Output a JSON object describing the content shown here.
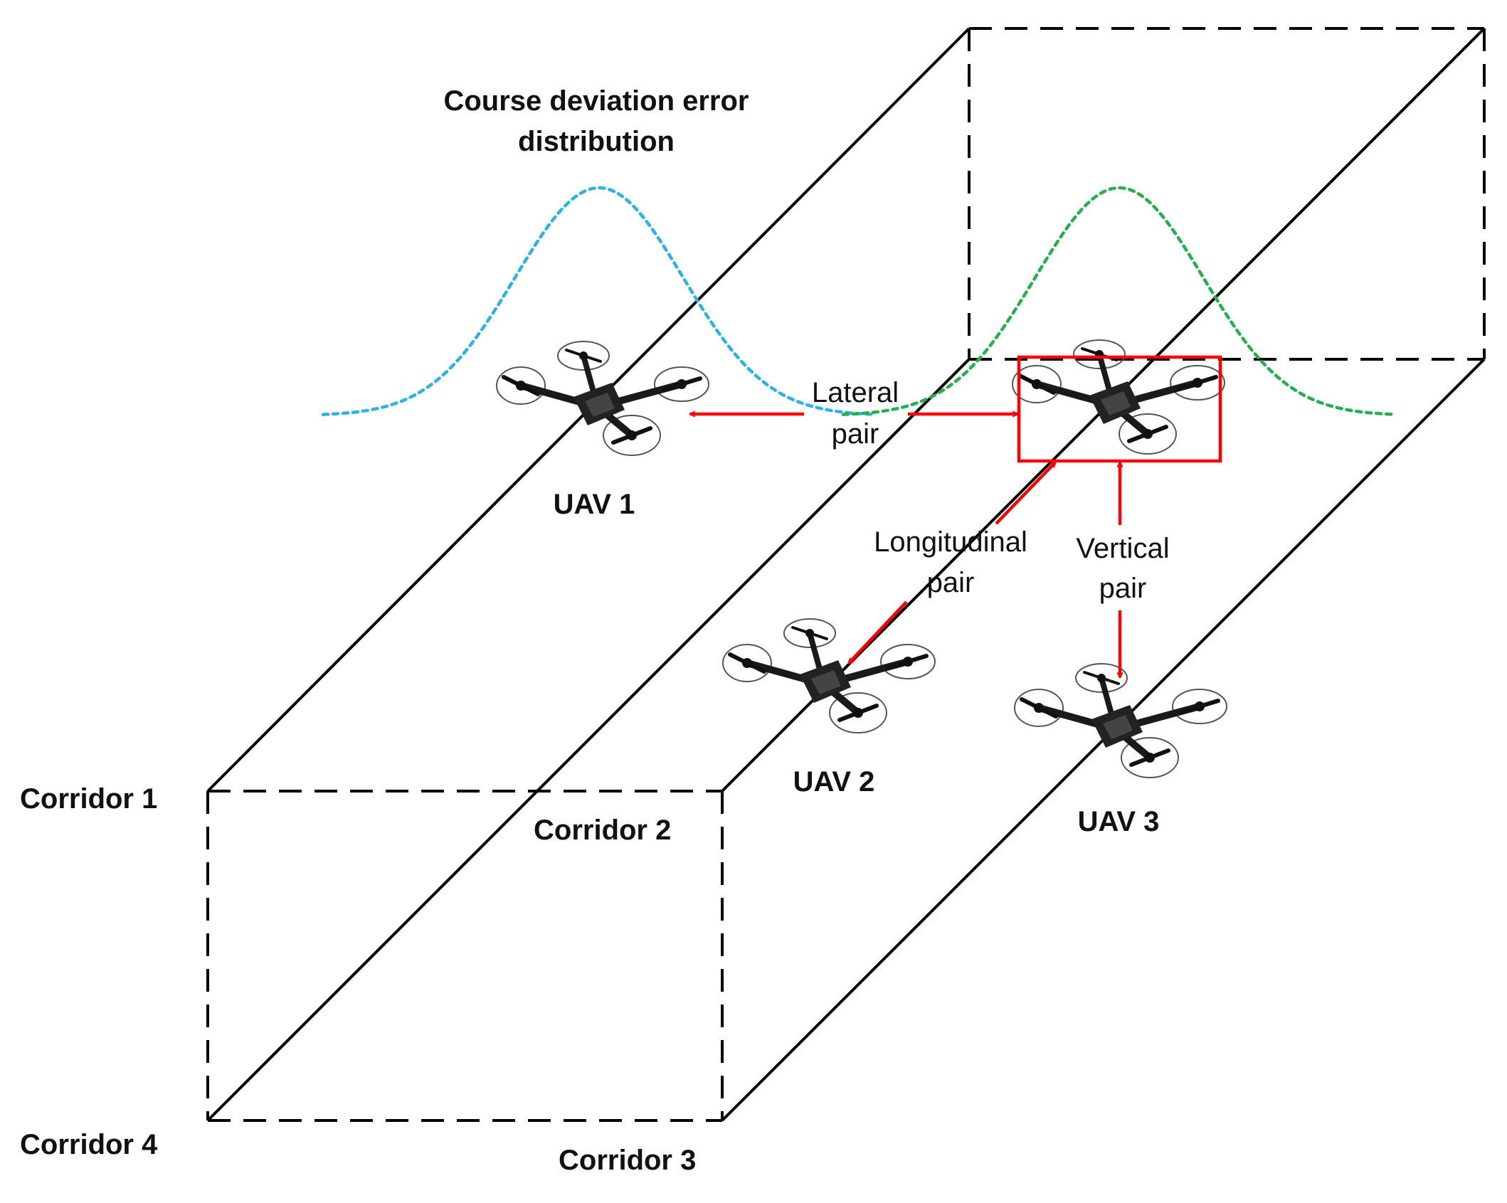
{
  "title_line1": "Course deviation error",
  "title_line2": "distribution",
  "corridors": {
    "c1": "Corridor 1",
    "c2": "Corridor 2",
    "c3": "Corridor 3",
    "c4": "Corridor 4"
  },
  "uavs": {
    "u1": "UAV 1",
    "u2": "UAV 2",
    "u3": "UAV 3"
  },
  "pairs": {
    "lateral_line1": "Lateral",
    "lateral_line2": "pair",
    "longitudinal_line1": "Longitudinal",
    "longitudinal_line2": "pair",
    "vertical_line1": "Vertical",
    "vertical_line2": "pair"
  },
  "colors": {
    "distribution_left": "#2bb3e8",
    "distribution_right": "#22b14c",
    "pair_arrow": "#ff0000",
    "outline": "#000000"
  },
  "icons": [
    "quadcopter-drone-icon"
  ]
}
